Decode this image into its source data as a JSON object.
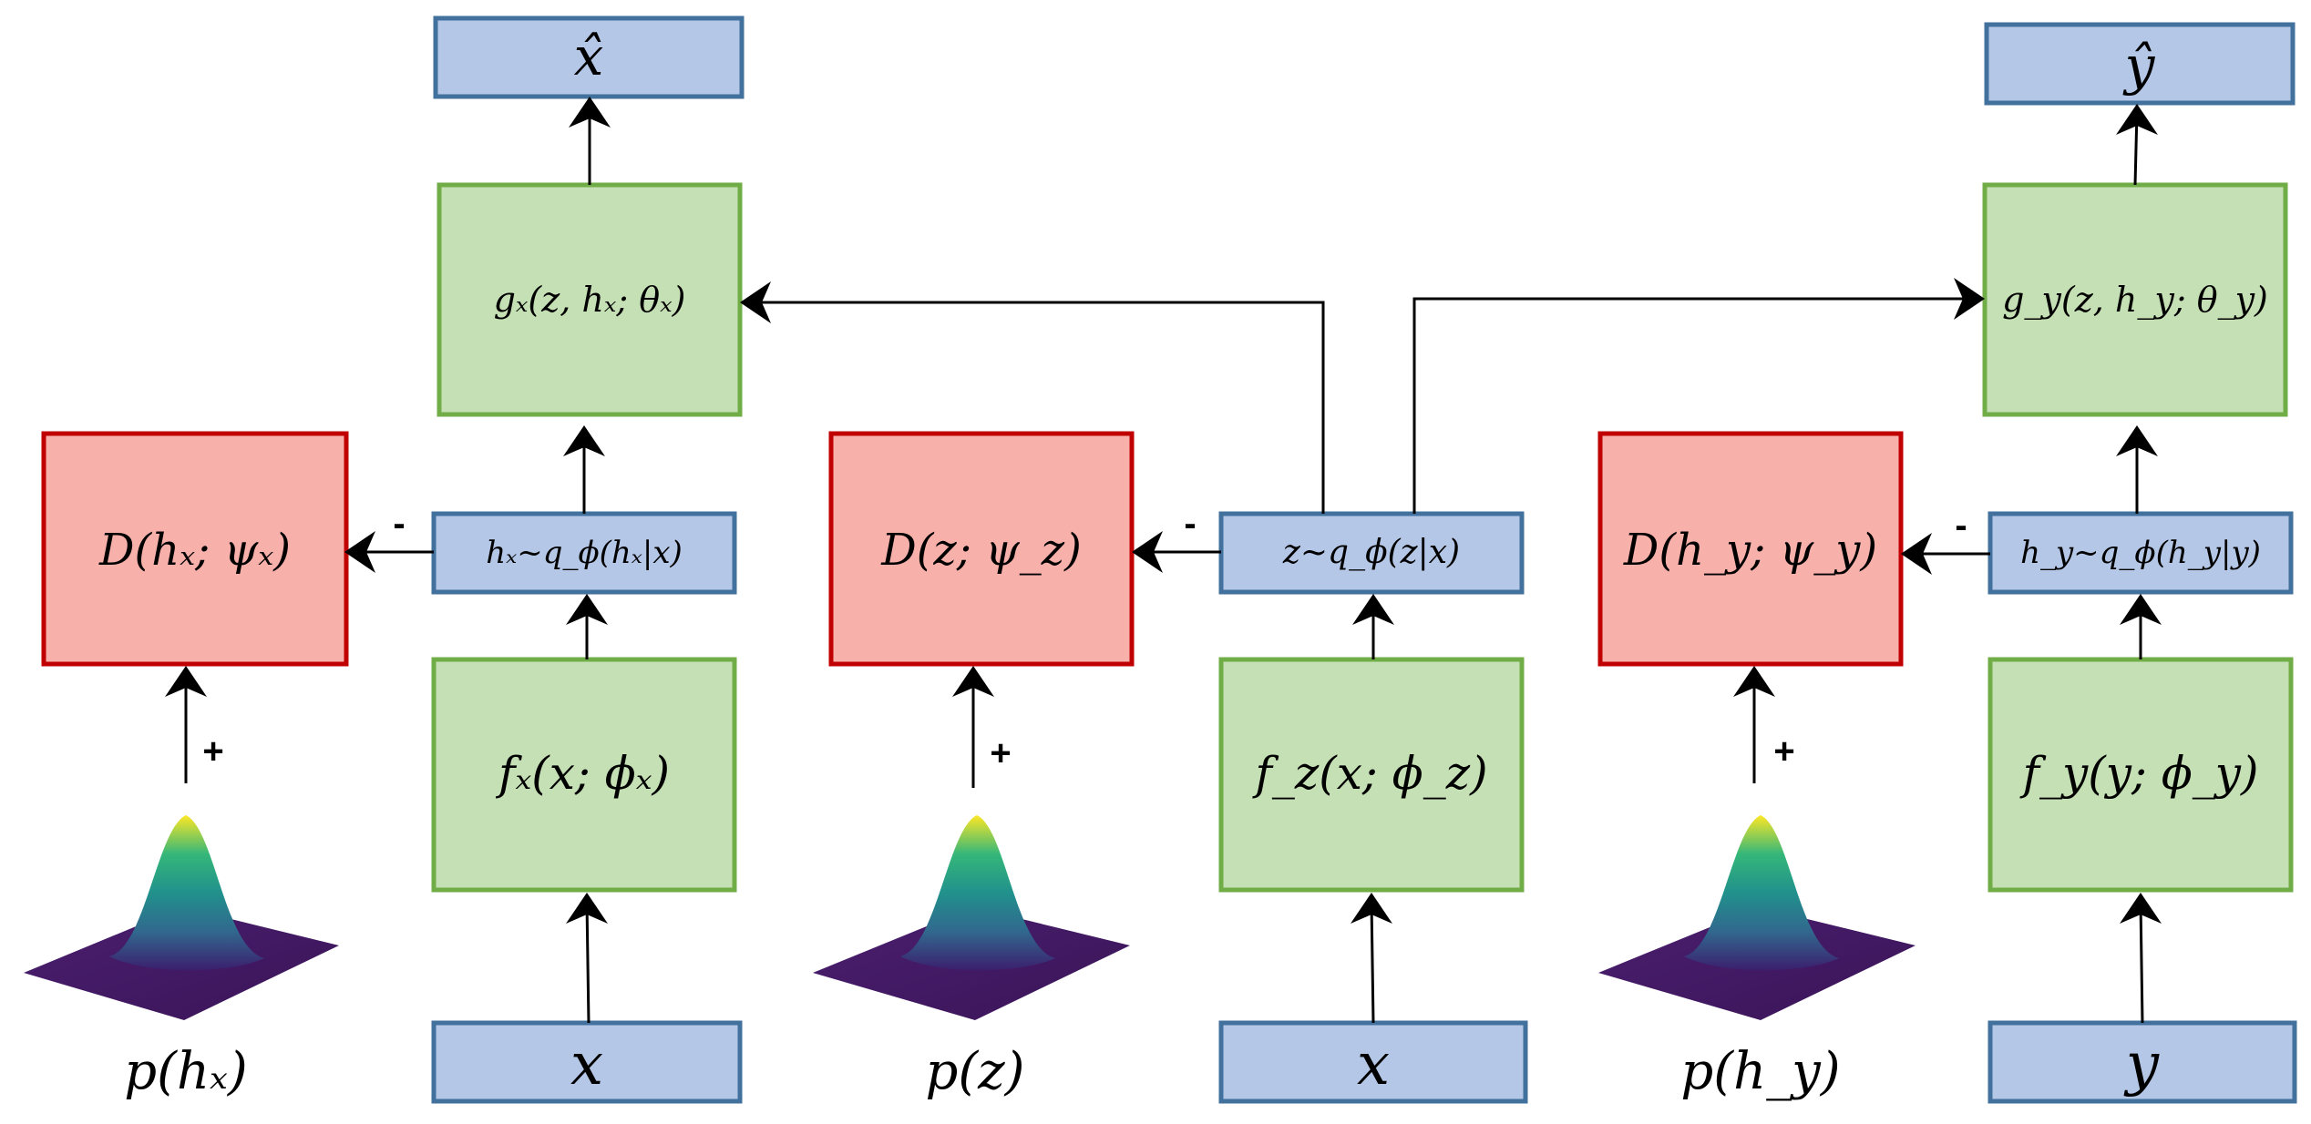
{
  "colors": {
    "blue_fill": "#B4C7E7",
    "blue_stroke": "#41719C",
    "green_fill": "#C5E0B4",
    "green_stroke": "#70AD47",
    "red_fill": "#F8B0AB",
    "red_stroke": "#C00000"
  },
  "signs": {
    "plus": "+",
    "minus": "-"
  },
  "left": {
    "output": "x̂",
    "decoder": "gₓ(z, hₓ; θₓ)",
    "discriminator": "D(hₓ; ψₓ)",
    "sampler": "hₓ~q_ϕ(hₓ|x)",
    "encoder": "fₓ(x; ϕₓ)",
    "input": "x",
    "prior": "p(hₓ)"
  },
  "middle": {
    "discriminator": "D(z; ψ_z)",
    "sampler": "z~q_ϕ(z|x)",
    "encoder": "f_z(x; ϕ_z)",
    "input": "x",
    "prior": "p(z)"
  },
  "right": {
    "output": "ŷ",
    "decoder": "g_y(z, h_y; θ_y)",
    "discriminator": "D(h_y; ψ_y)",
    "sampler": "h_y~q_ϕ(h_y|y)",
    "encoder": "f_y(y; ϕ_y)",
    "input": "y",
    "prior": "p(h_y)"
  }
}
